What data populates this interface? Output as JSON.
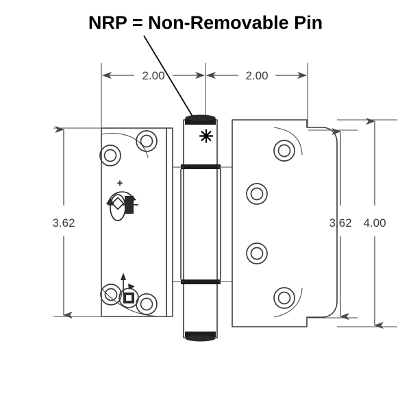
{
  "title": {
    "text": "NRP = Non-Removable Pin",
    "abbreviation": "NRP",
    "meaning": "Non-Removable Pin"
  },
  "annotation": {
    "marker": "✳",
    "marker_name": "asterisk",
    "description": "asterisk marks the non-removable pin barrel"
  },
  "dimensions": {
    "horizontal": [
      {
        "label": "2.00",
        "name": "left-leaf-width",
        "unit": "in"
      },
      {
        "label": "2.00",
        "name": "right-leaf-width",
        "unit": "in"
      }
    ],
    "vertical": [
      {
        "label": "3.62",
        "name": "left-leaf-height",
        "unit": "in"
      },
      {
        "label": "3.62",
        "name": "right-leaf-height",
        "unit": "in"
      },
      {
        "label": "4.00",
        "name": "overall-hinge-height",
        "unit": "in"
      }
    ]
  },
  "icons": {
    "vertical_adjust": {
      "name": "vertical-adjustment-icon",
      "plus_label": "+"
    },
    "lateral_adjust": {
      "name": "lateral-adjustment-icon"
    }
  },
  "colors": {
    "background": "#ffffff",
    "outline": "#3c3c3c",
    "dimension": "#4a4a4a",
    "text": "#000000",
    "dim_text": "#3a3a3a",
    "dark_band": "#1c1c1c"
  },
  "part": {
    "type": "adjustable butt hinge",
    "left_leaf_holes": 4,
    "right_leaf_holes": 4
  }
}
